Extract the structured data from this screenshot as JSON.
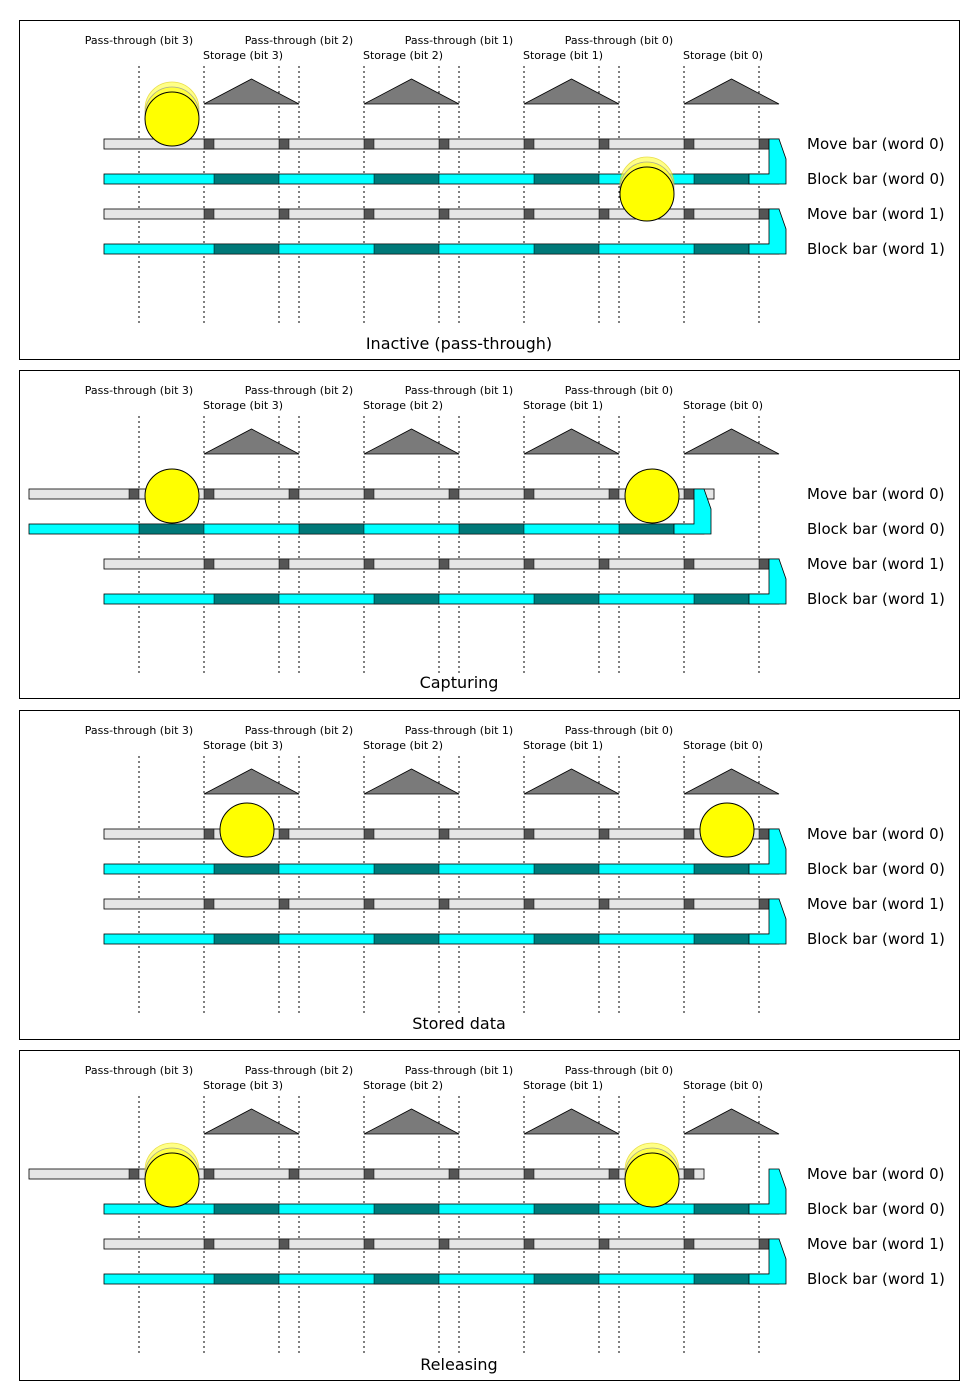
{
  "column_labels": {
    "pass_through": [
      "Pass-through (bit 3)",
      "Pass-through (bit 2)",
      "Pass-through (bit 1)",
      "Pass-through (bit 0)"
    ],
    "storage": [
      "Storage (bit 3)",
      "Storage (bit 2)",
      "Storage (bit 1)",
      "Storage (bit 0)"
    ]
  },
  "bar_labels": [
    "Move bar (word 0)",
    "Block bar (word 0)",
    "Move bar (word 1)",
    "Block bar (word 1)"
  ],
  "panels": [
    {
      "title": "Inactive (pass-through)",
      "state": "inactive"
    },
    {
      "title": "Capturing",
      "state": "capturing"
    },
    {
      "title": "Stored data",
      "state": "stored"
    },
    {
      "title": "Releasing",
      "state": "releasing"
    }
  ],
  "colors": {
    "move_bar": "#e6e6e6",
    "block_bar_light": "#00ffff",
    "block_bar_dark": "#007878",
    "peg": "#555555",
    "triangle": "#7a7a7a",
    "ball": "#ffff00"
  }
}
